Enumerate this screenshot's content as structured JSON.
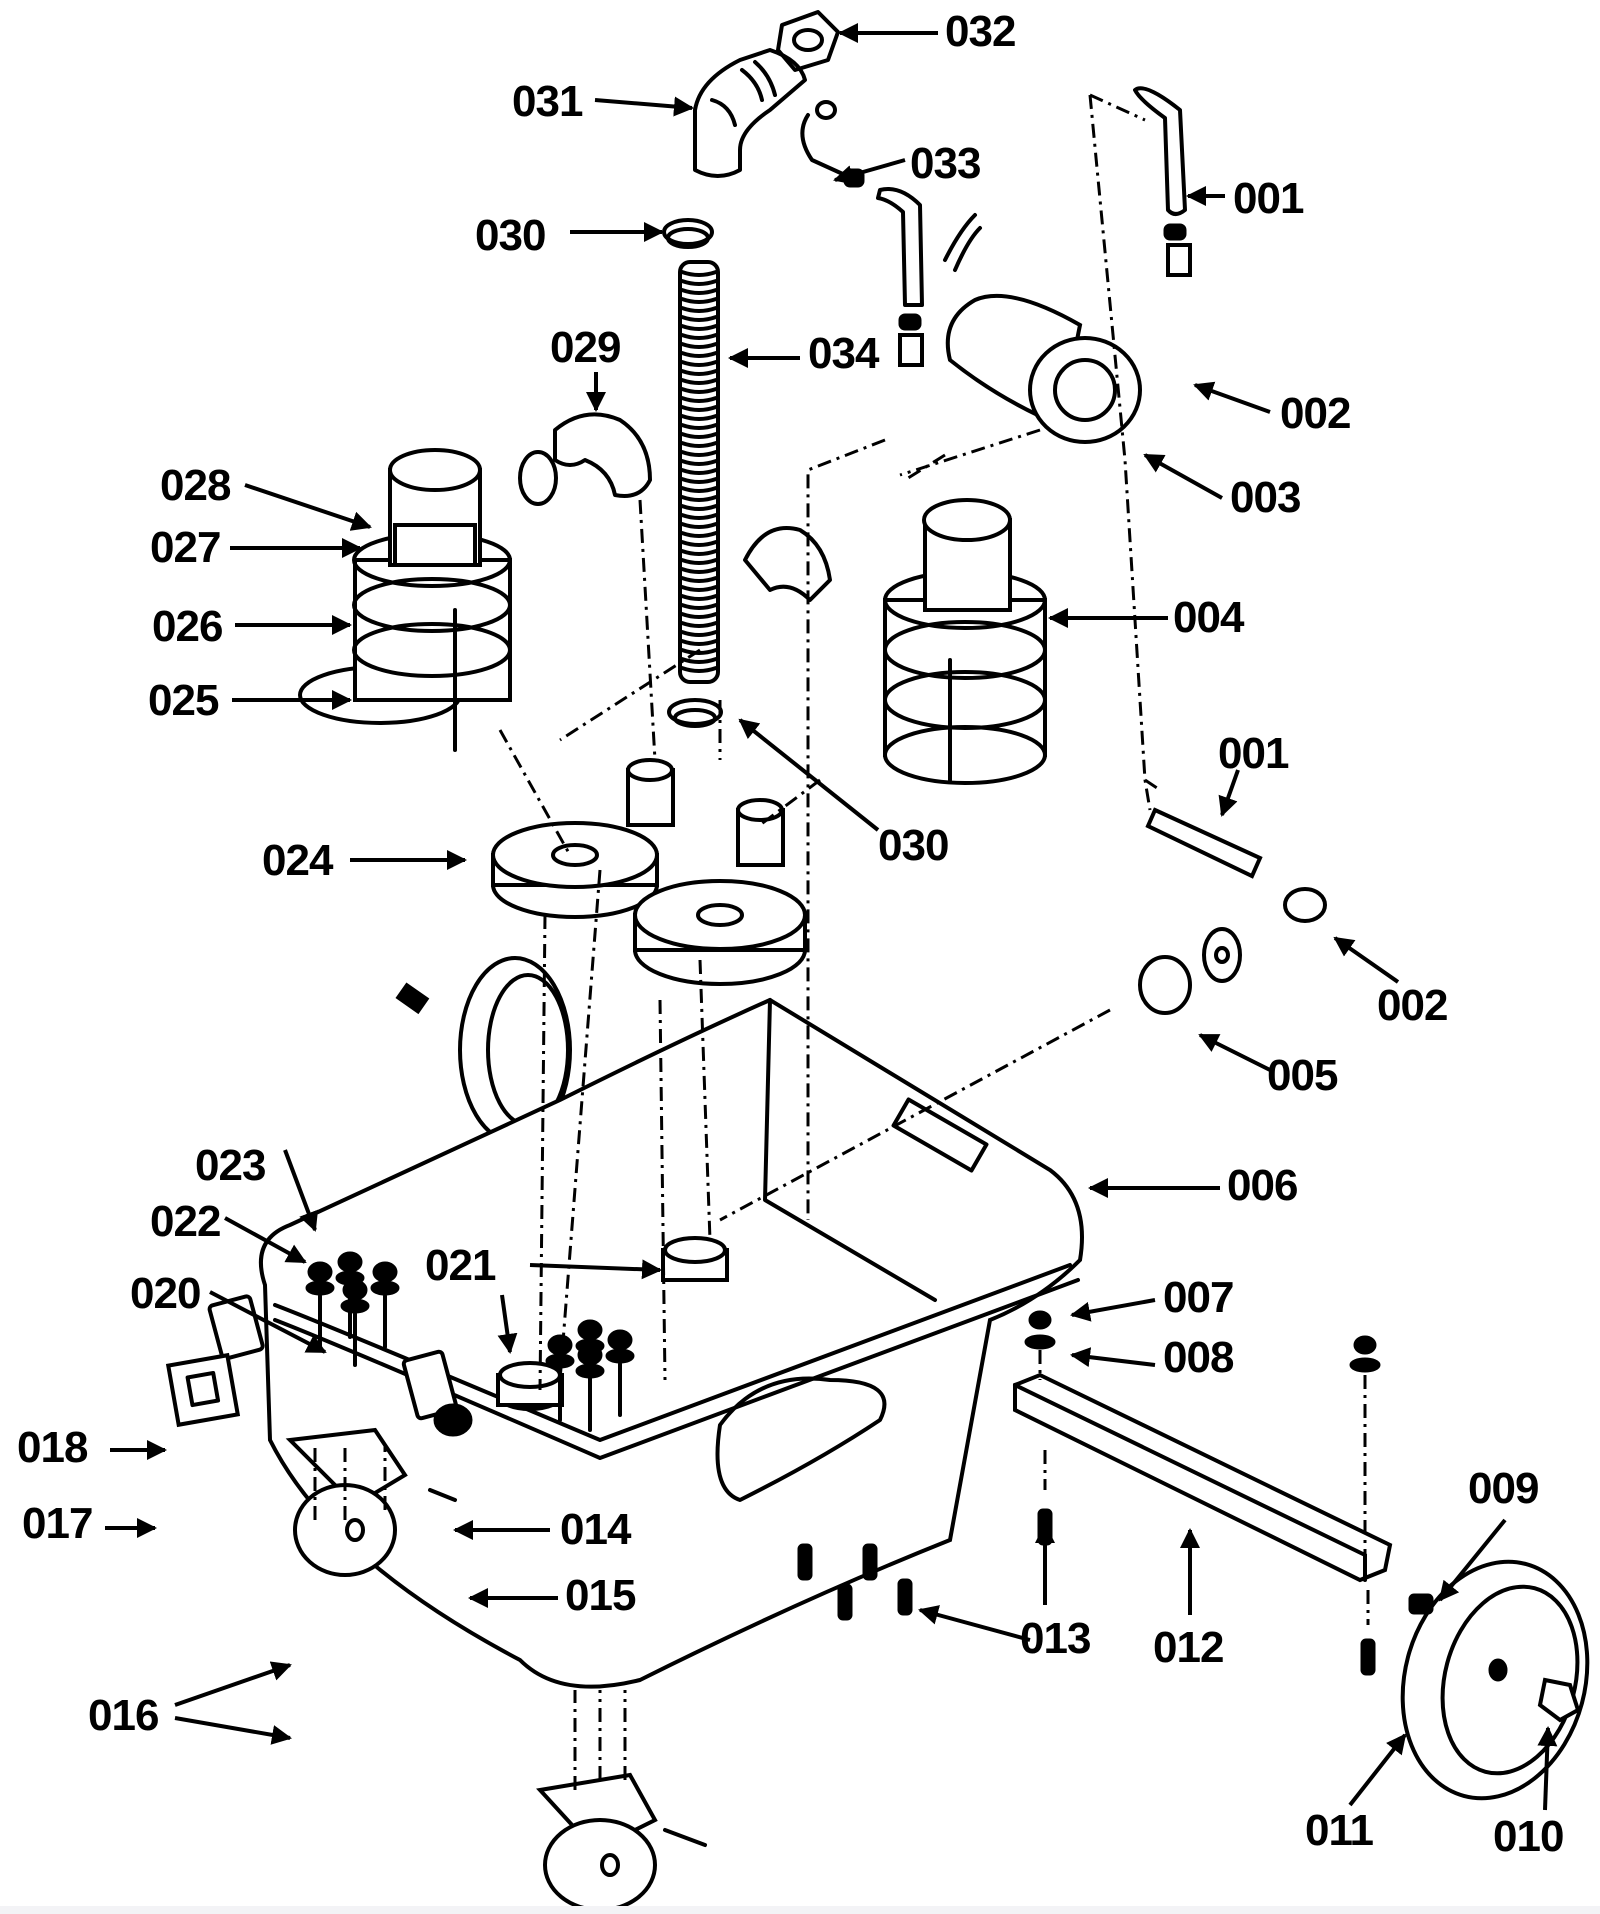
{
  "diagram": {
    "type": "exploded-parts-view",
    "subject": "carpet extractor base assembly",
    "callouts": [
      {
        "id": "001",
        "label": "001"
      },
      {
        "id": "001b",
        "label": "001"
      },
      {
        "id": "002",
        "label": "002"
      },
      {
        "id": "002b",
        "label": "002"
      },
      {
        "id": "003",
        "label": "003"
      },
      {
        "id": "004",
        "label": "004"
      },
      {
        "id": "005",
        "label": "005"
      },
      {
        "id": "006",
        "label": "006"
      },
      {
        "id": "007",
        "label": "007"
      },
      {
        "id": "008",
        "label": "008"
      },
      {
        "id": "009",
        "label": "009"
      },
      {
        "id": "010",
        "label": "010"
      },
      {
        "id": "011",
        "label": "011"
      },
      {
        "id": "012",
        "label": "012"
      },
      {
        "id": "013",
        "label": "013"
      },
      {
        "id": "014",
        "label": "014"
      },
      {
        "id": "015",
        "label": "015"
      },
      {
        "id": "016",
        "label": "016"
      },
      {
        "id": "017",
        "label": "017"
      },
      {
        "id": "018",
        "label": "018"
      },
      {
        "id": "020",
        "label": "020"
      },
      {
        "id": "021",
        "label": "021"
      },
      {
        "id": "022",
        "label": "022"
      },
      {
        "id": "023",
        "label": "023"
      },
      {
        "id": "024",
        "label": "024"
      },
      {
        "id": "025",
        "label": "025"
      },
      {
        "id": "026",
        "label": "026"
      },
      {
        "id": "027",
        "label": "027"
      },
      {
        "id": "028",
        "label": "028"
      },
      {
        "id": "029",
        "label": "029"
      },
      {
        "id": "030",
        "label": "030"
      },
      {
        "id": "030b",
        "label": "030"
      },
      {
        "id": "031",
        "label": "031"
      },
      {
        "id": "032",
        "label": "032"
      },
      {
        "id": "033",
        "label": "033"
      },
      {
        "id": "034",
        "label": "034"
      }
    ],
    "parts": {
      "hose_bend": "hose-elbow",
      "nut": "hex-nut",
      "wire_harness": "wire-connector",
      "tube": "tube",
      "pump": "pump-motor",
      "vac_motor_left": "vacuum-motor",
      "vac_motor_right": "vacuum-motor",
      "flex_hose": "corrugated-hose",
      "hose_clamp": "hose-clamp",
      "motor_mount": "motor-mount-plate",
      "tank_base": "recovery-tank-base",
      "axle": "axle-bar",
      "wheel_rear": "rear-wheel",
      "wheel_side": "side-wheel",
      "caster": "caster-wheel",
      "switch_plate": "switch-plate",
      "bracket": "bracket",
      "bushing": "bushing"
    }
  }
}
